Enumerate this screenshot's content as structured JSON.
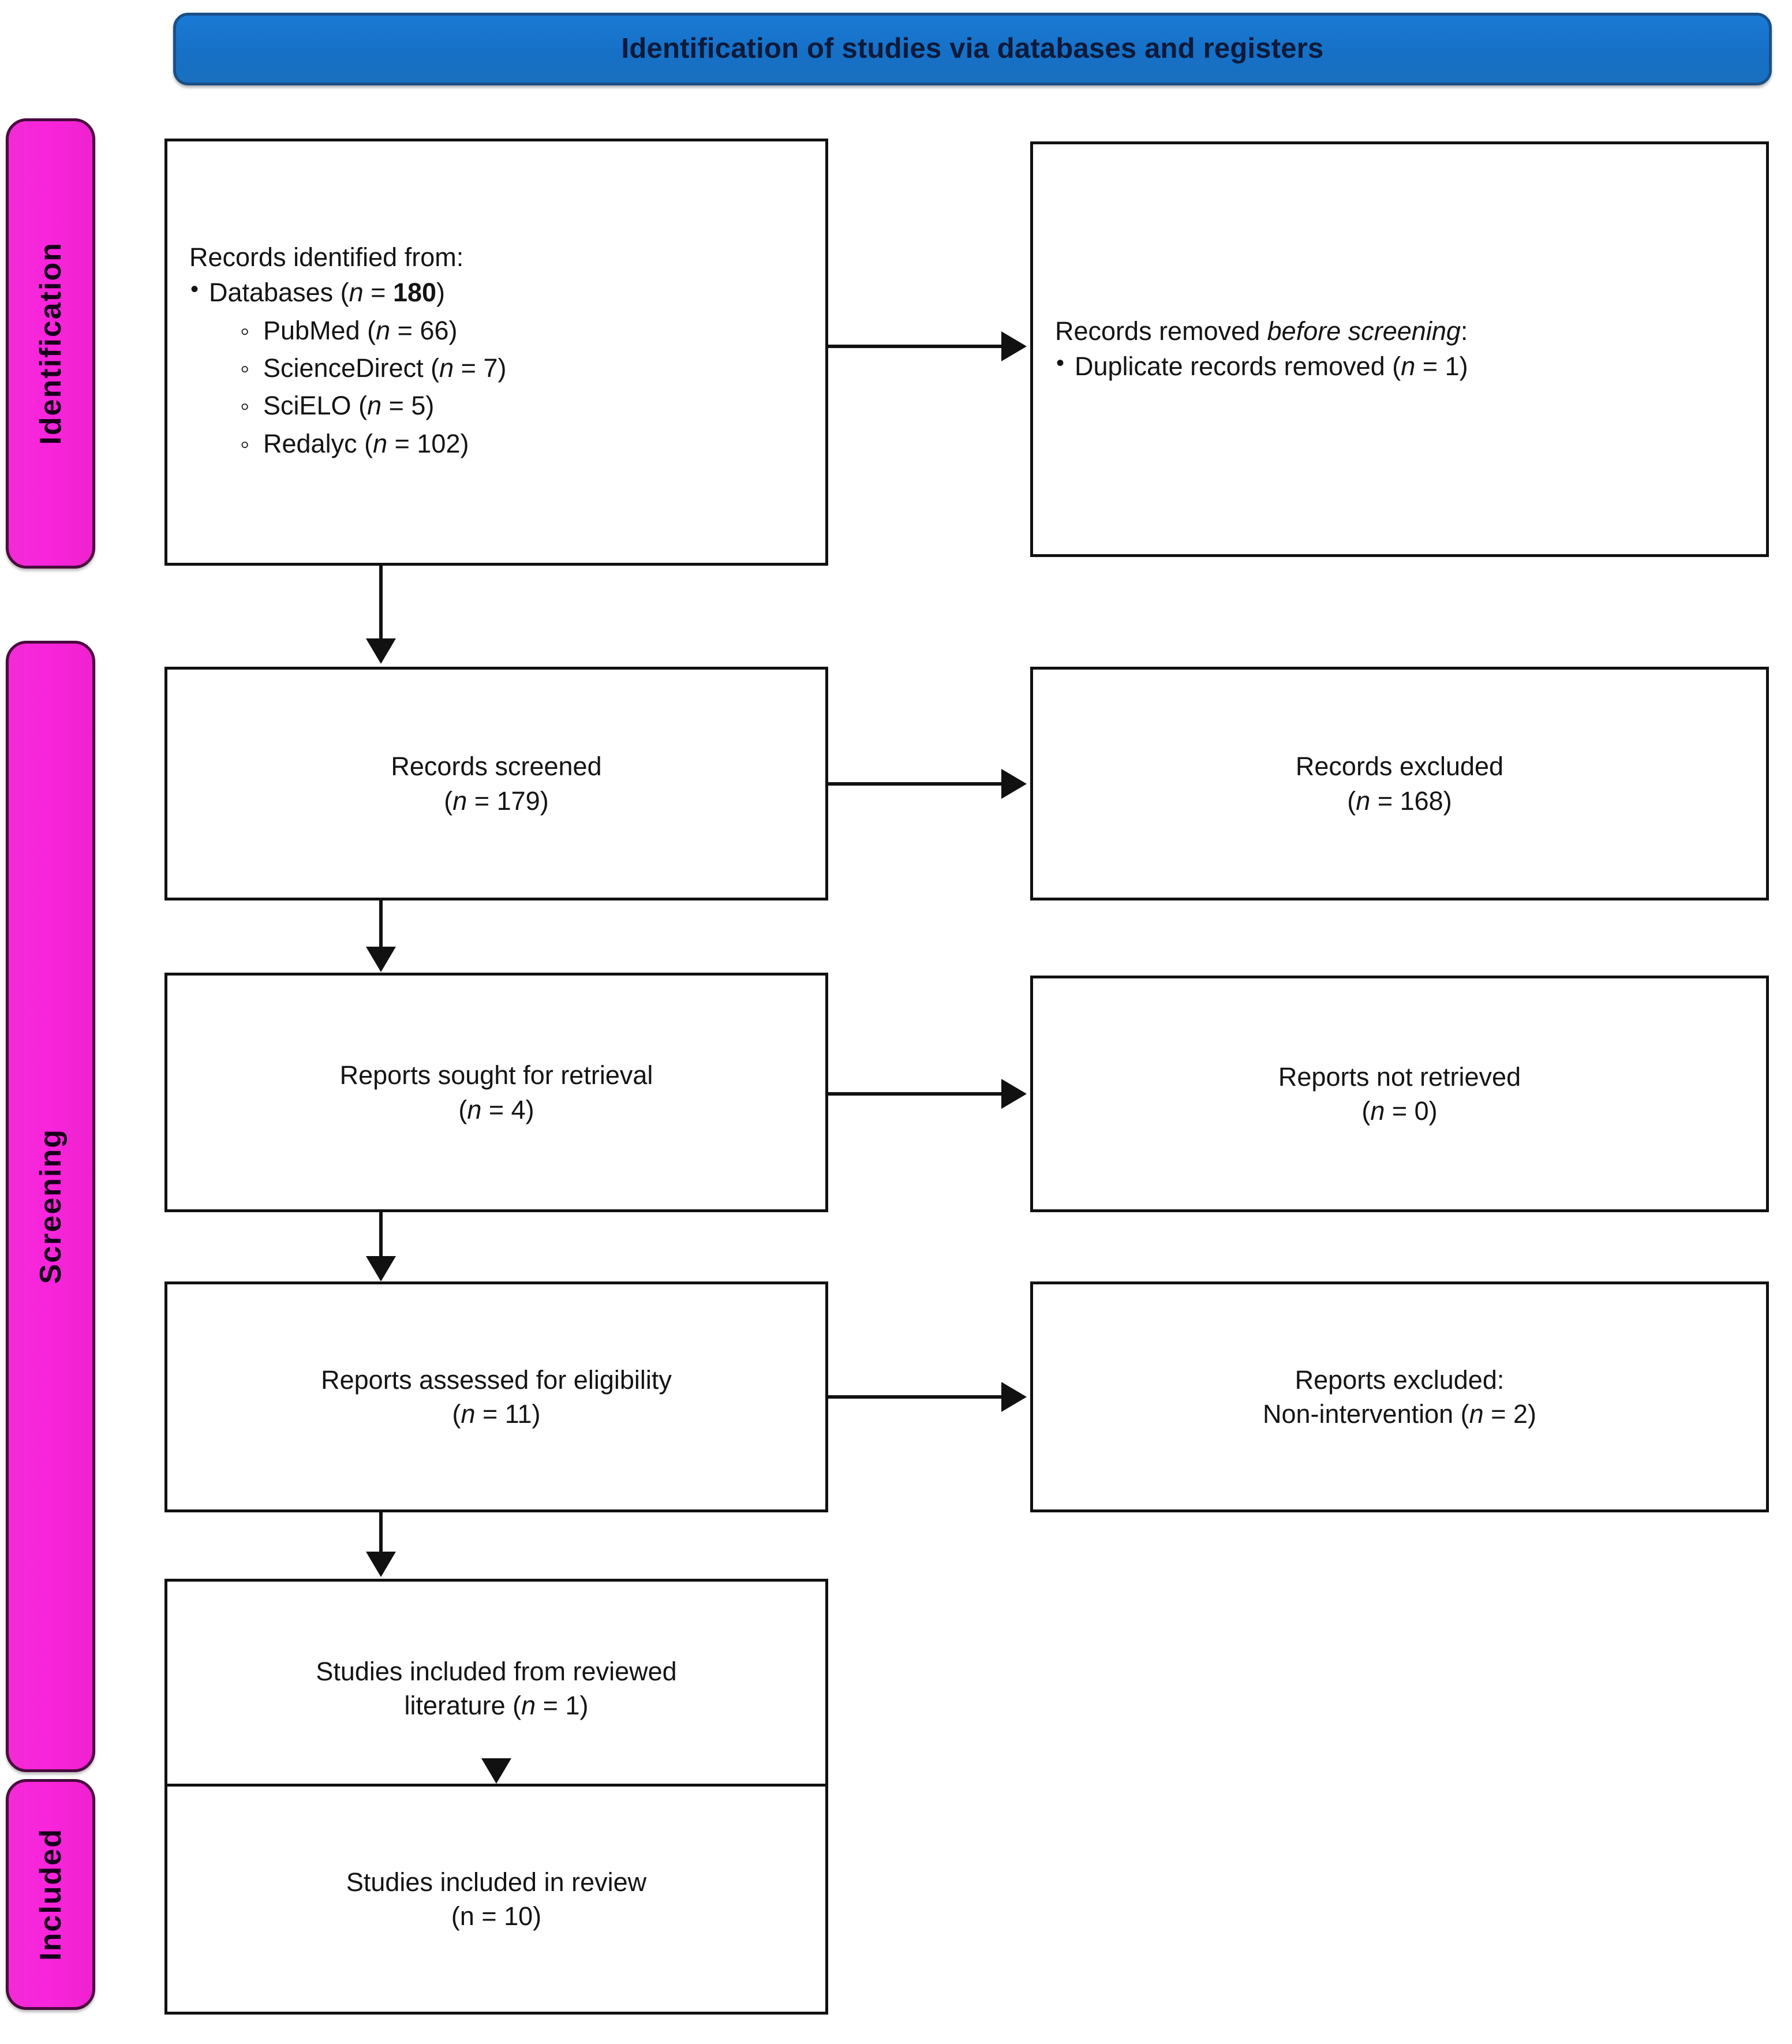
{
  "header": {
    "title": "Identification of studies via databases and registers"
  },
  "stages": [
    {
      "id": "identification",
      "label": "Identification"
    },
    {
      "id": "screening",
      "label": "Screening"
    },
    {
      "id": "included",
      "label": "Included"
    }
  ],
  "colors": {
    "header_blue": "#1670c6",
    "header_blue_border": "#1c4f87",
    "stage_pink": "#f925dc",
    "stage_pink_border": "#4a0b3e",
    "box_border": "#111111",
    "box_fill": "#ffffff",
    "text": "#141414"
  },
  "boxes": {
    "identified": {
      "heading": "Records identified from:",
      "bullet_label": "Databases (",
      "bullet_n_italic": "n",
      "bullet_eq": " = ",
      "bullet_value": "180",
      "bullet_close": ")",
      "sources": [
        {
          "name": "PubMed",
          "n_label": "n",
          "value": "66"
        },
        {
          "name": "ScienceDirect",
          "n_label": "n",
          "value": "7"
        },
        {
          "name": "SciELO",
          "n_label": "n",
          "value": "5"
        },
        {
          "name": "Redalyc",
          "n_label": "n",
          "value": "102"
        }
      ]
    },
    "removed": {
      "heading_plain": "Records removed ",
      "heading_italic": "before screening",
      "heading_colon": ":",
      "bullet_label": "Duplicate records removed (",
      "bullet_n_italic": "n",
      "bullet_eq": " = ",
      "bullet_value": "1",
      "bullet_close": ")"
    },
    "screened": {
      "line1": "Records screened",
      "n_open": "(",
      "n_italic": "n",
      "n_eq": " = ",
      "n_value": "179",
      "n_close": ")"
    },
    "excluded": {
      "line1": "Records excluded",
      "n_open": "(",
      "n_italic": "n",
      "n_eq": " = ",
      "n_value": "168",
      "n_close": ")"
    },
    "sought": {
      "line1": "Reports sought for retrieval",
      "n_open": "(",
      "n_italic": "n",
      "n_eq": " = ",
      "n_value": "4",
      "n_close": ")"
    },
    "not_retrieved": {
      "line1": "Reports not retrieved",
      "n_open": "(",
      "n_italic": "n",
      "n_eq": " = ",
      "n_value": "0",
      "n_close": ")"
    },
    "assessed": {
      "line1": "Reports assessed for eligibility",
      "n_open": "(",
      "n_italic": "n",
      "n_eq": " = ",
      "n_value": "11",
      "n_close": ")"
    },
    "reports_excluded": {
      "line1": "Reports excluded:",
      "line2_label": "Non-intervention (",
      "n_italic": "n",
      "n_eq": " = ",
      "n_value": "2",
      "n_close": ")"
    },
    "included_literature": {
      "line1": "Studies included from reviewed",
      "line2_label": "literature (",
      "n_italic": "n",
      "n_eq": " = ",
      "n_value": "1",
      "n_close": ")"
    },
    "included_review": {
      "line1": "Studies included in review",
      "n_text": "(n = 10)"
    }
  }
}
